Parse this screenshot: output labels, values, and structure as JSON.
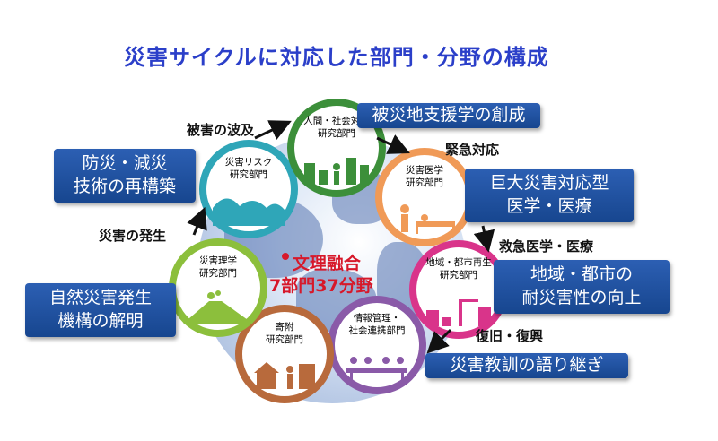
{
  "title": "災害サイクルに対応した部門・分野の構成",
  "center": {
    "line1": "文理融合",
    "line2": "7部門37分野"
  },
  "departments": {
    "risk": "災害リスク\n研究部門",
    "human": "人間・社会対応\n研究部門",
    "medical": "災害医学\n研究部門",
    "regional": "地域・都市再生\n研究部門",
    "info": "情報管理・\n社会連携部門",
    "endowed": "寄附\n研究部門",
    "science": "災害理学\n研究部門"
  },
  "boxes": {
    "rebuild_l1": "防災・減災",
    "rebuild_l2": "技術の再構築",
    "support": "被災地支援学の創成",
    "medical_l1": "巨大災害対応型",
    "medical_l2": "医学・医療",
    "resilience_l1": "地域・都市の",
    "resilience_l2": "耐災害性の向上",
    "natural_l1": "自然災害発生",
    "natural_l2": "機構の解明",
    "lessons": "災害教訓の語り継ぎ"
  },
  "phases": {
    "spread": "被害の波及",
    "emergency": "緊急対応",
    "onset": "災害の発生",
    "rescue": "救急医学・医療",
    "recovery": "復旧・復興"
  },
  "colors": {
    "title": "#2b3fc9",
    "risk": "#2fa6b8",
    "human": "#3c8f3a",
    "medical": "#f09a57",
    "regional": "#d9348a",
    "info": "#8a5aa8",
    "endowed": "#b86a3c",
    "science": "#8cbf3c",
    "center_text": "#d7182a"
  }
}
